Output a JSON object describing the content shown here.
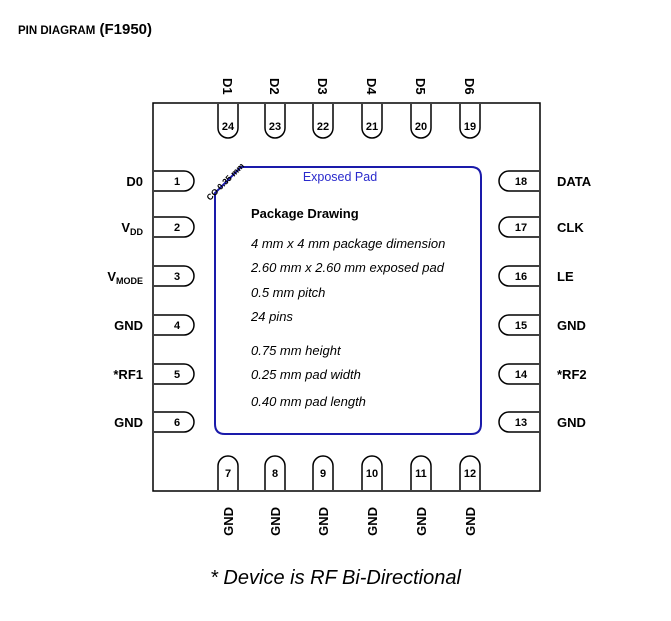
{
  "title": {
    "prefix": "Pin Diagram",
    "part": "(F1950)"
  },
  "exposed_pad_label": "Exposed Pad",
  "chamfer_label": "CO 0.35 mm",
  "package_drawing": {
    "heading": "Package Drawing",
    "lines": [
      "4  mm x 4 mm package dimension",
      "2.60 mm  x  2.60 mm exposed pad",
      "0.5 mm pitch",
      "24  pins",
      "0.75 mm height",
      "0.25 mm pad width",
      "0.40 mm pad length"
    ]
  },
  "pins": {
    "left": [
      {
        "num": "1",
        "name": "D0"
      },
      {
        "num": "2",
        "name": "V",
        "sub": "DD"
      },
      {
        "num": "3",
        "name": "V",
        "sub": "MODE"
      },
      {
        "num": "4",
        "name": "GND"
      },
      {
        "num": "5",
        "name": "*RF1"
      },
      {
        "num": "6",
        "name": "GND"
      }
    ],
    "bottom": [
      {
        "num": "7",
        "name": "GND"
      },
      {
        "num": "8",
        "name": "GND"
      },
      {
        "num": "9",
        "name": "GND"
      },
      {
        "num": "10",
        "name": "GND"
      },
      {
        "num": "11",
        "name": "GND"
      },
      {
        "num": "12",
        "name": "GND"
      }
    ],
    "right": [
      {
        "num": "13",
        "name": "GND"
      },
      {
        "num": "14",
        "name": "*RF2"
      },
      {
        "num": "15",
        "name": "GND"
      },
      {
        "num": "16",
        "name": "LE"
      },
      {
        "num": "17",
        "name": "CLK"
      },
      {
        "num": "18",
        "name": "DATA"
      }
    ],
    "top": [
      {
        "num": "19",
        "name": "D6"
      },
      {
        "num": "20",
        "name": "D5"
      },
      {
        "num": "21",
        "name": "D4"
      },
      {
        "num": "22",
        "name": "D3"
      },
      {
        "num": "23",
        "name": "D2"
      },
      {
        "num": "24",
        "name": "D1"
      }
    ]
  },
  "footnote": "* Device is RF Bi-Directional",
  "colors": {
    "outline": "#000000",
    "exposed_pad": "#1a1aaa",
    "exposed_pad_label": "#2a2acc"
  }
}
